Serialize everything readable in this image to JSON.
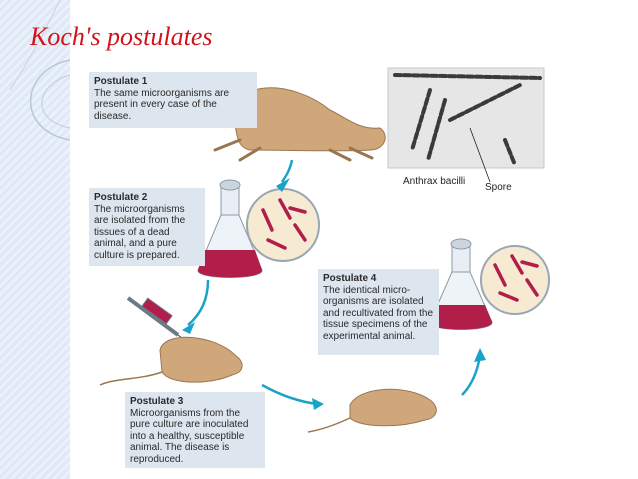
{
  "title": "Koch's postulates",
  "postulates": [
    {
      "heading": "Postulate 1",
      "text": "The same microorganisms are present in every case of the disease."
    },
    {
      "heading": "Postulate 2",
      "text": "The microorganisms are isolated from the tissues of a dead animal, and a pure culture is prepared."
    },
    {
      "heading": "Postulate 3",
      "text": "Microorganisms from the pure culture are inoculated into a healthy, susceptible animal. The disease is reproduced."
    },
    {
      "heading": "Postulate 4",
      "text": "The identical micro-organisms are isolated and recultivated from the tissue specimens of the experimental animal."
    }
  ],
  "labels": {
    "bacilli": "Anthrax bacilli",
    "spore": "Spore"
  },
  "colors": {
    "title": "#d0121b",
    "box": "#dde5ee",
    "arrow": "#1aa3c8",
    "culture": "#b21e4a",
    "animal": "#cfa77b"
  }
}
